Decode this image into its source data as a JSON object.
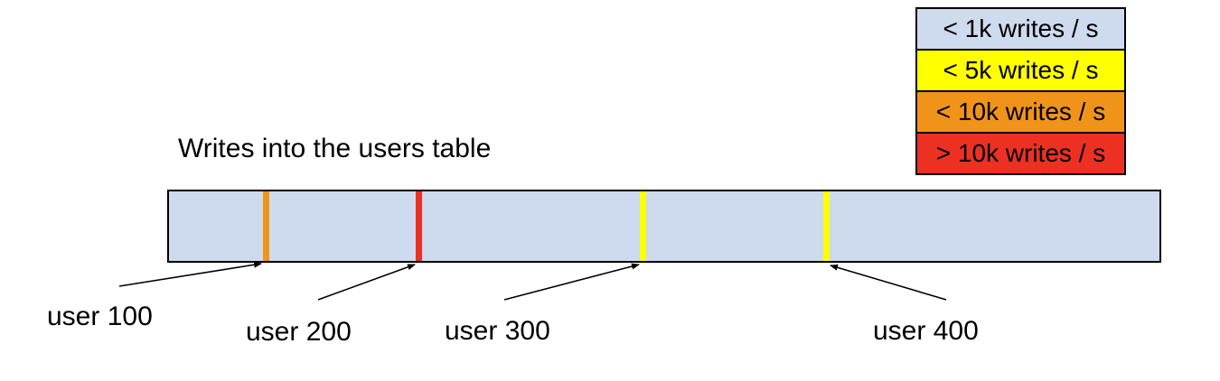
{
  "title": "Writes into the users table",
  "legend": {
    "items": [
      {
        "label": "< 1k writes / s",
        "color": "#CEDAED"
      },
      {
        "label": "< 5k writes / s",
        "color": "#FFFF00"
      },
      {
        "label": "< 10k writes / s",
        "color": "#F09419"
      },
      {
        "label": "> 10k writes / s",
        "color": "#EC3123"
      }
    ]
  },
  "bar": {
    "fill": "#CEDAED",
    "border_color": "#000000"
  },
  "users": [
    {
      "label": "user 100",
      "stripe_color": "#F09419"
    },
    {
      "label": "user 200",
      "stripe_color": "#EC3123"
    },
    {
      "label": "user 300",
      "stripe_color": "#FFFF00"
    },
    {
      "label": "user 400",
      "stripe_color": "#FFFF00"
    }
  ],
  "arrow_color": "#000000"
}
